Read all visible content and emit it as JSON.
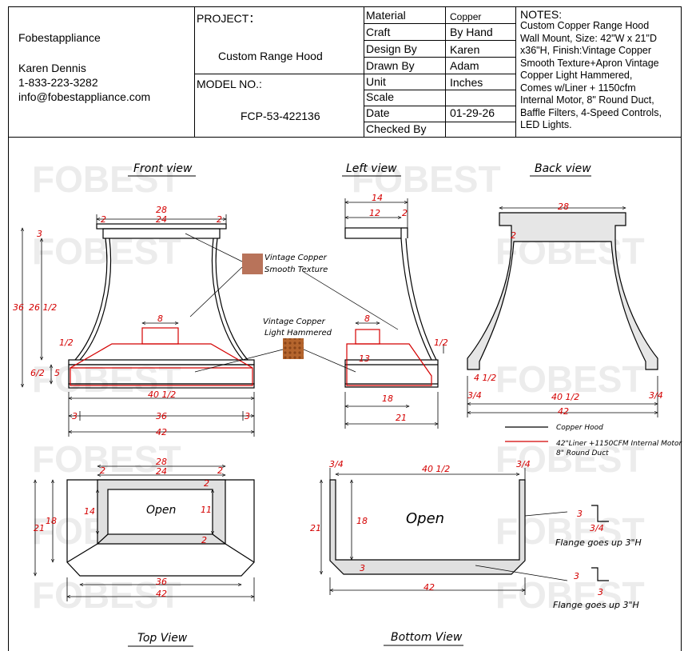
{
  "title_block": {
    "company": "Fobestappliance",
    "contact_name": "Karen Dennis",
    "phone": "1-833-223-3282",
    "email": "info@fobestappliance.com",
    "project_label": "PROJECT：",
    "project_value": "Custom Range Hood",
    "model_label": "MODEL NO.:",
    "model_value": "FCP-53-422136",
    "fields": [
      {
        "label": "Material",
        "value": "Copper"
      },
      {
        "label": "Craft",
        "value": "By Hand"
      },
      {
        "label": "Design By",
        "value": "Karen"
      },
      {
        "label": "Drawn By",
        "value": "Adam"
      },
      {
        "label": "Unit",
        "value": "Inches"
      },
      {
        "label": "Scale",
        "value": ""
      },
      {
        "label": "Date",
        "value": "01-29-26"
      },
      {
        "label": "Checked By",
        "value": ""
      }
    ],
    "notes_label": "NOTES:",
    "notes_lines": [
      "Custom Copper Range Hood",
      "Wall Mount, Size: 42\"W x 21\"D",
      "x36\"H, Finish:Vintage Copper",
      "Smooth Texture+Apron Vintage",
      "Copper  Light Hammered,",
      "Comes w/Liner + 1150cfm",
      "Internal Motor, 8\" Round Duct,",
      "Baffle Filters, 4-Speed Controls,",
      "LED Lights."
    ]
  },
  "watermark": "FOBEST",
  "views": {
    "front": "Front view",
    "left": "Left view",
    "back": "Back view",
    "top": "Top View",
    "bottom": "Bottom View"
  },
  "finish_labels": {
    "smooth": [
      "Vintage Copper",
      "Smooth Texture"
    ],
    "hammered": [
      "Vintage Copper",
      "Light Hammered"
    ]
  },
  "legend": {
    "hood": "Copper Hood",
    "liner_1": "42\"Liner +1150CFM Internal Motor",
    "liner_2": "8\" Round Duct"
  },
  "open_label": "Open",
  "flange_note": "Flange goes up 3\"H",
  "colors": {
    "dim_red": "#d40000",
    "line": "#000000",
    "fill_gray": "#d9d9d9",
    "watermark": "#e9e9e9",
    "copper_smooth": "#b8735a",
    "copper_hammered": "#b5652d"
  },
  "dims": {
    "front": {
      "top_w": "28",
      "top_inner": "24",
      "top_side": "2",
      "top_side_r": "2",
      "cap_h": "3",
      "h_total": "36",
      "h_body": "26 1/2",
      "skirt_side": "1/2",
      "skirt_h": "6/2",
      "band_h": "5",
      "duct": "8",
      "liner_w": "40 1/2",
      "side_l": "3",
      "mid_w": "36",
      "side_r": "3",
      "total_w": "42"
    },
    "left": {
      "top": "14",
      "inner": "12",
      "side": "2",
      "duct": "8",
      "frac": "1/2",
      "liner_h": "13",
      "liner_d": "18",
      "total_d": "21"
    },
    "back": {
      "top": "28",
      "side": "2",
      "foot_l": "4 1/2",
      "edge_l": "3/4",
      "liner": "40 1/2",
      "edge_r": "3/4",
      "total": "42"
    },
    "top": {
      "w": "28",
      "inner": "24",
      "s1": "2",
      "s2": "2",
      "s3": "2",
      "s4": "2",
      "d_out": "21",
      "d_mid": "18",
      "d_in": "14",
      "d_in_r": "11",
      "w_mid": "36",
      "w_total": "42"
    },
    "bottom": {
      "edge_l": "3/4",
      "liner": "40 1/2",
      "edge_r": "3/4",
      "d": "21",
      "d_in": "18",
      "floor": "3",
      "w": "42",
      "fl_3a": "3",
      "fl_34": "3/4",
      "fl_3b": "3",
      "fl_3c": "3"
    }
  }
}
